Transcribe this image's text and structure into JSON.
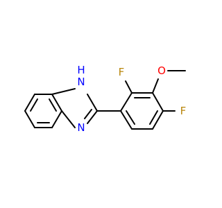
{
  "colors": {
    "bond": "#000000",
    "carbon": "#000000",
    "nitrogen": "#0000ff",
    "fluorine": "#b8860b",
    "oxygen": "#ff0000"
  },
  "atoms": {
    "nh": {
      "symbol": "N",
      "hydrogen": "H",
      "color_key": "nitrogen"
    },
    "n3": {
      "symbol": "N",
      "color_key": "nitrogen"
    },
    "f2": {
      "symbol": "F",
      "color_key": "fluorine"
    },
    "f4": {
      "symbol": "F",
      "color_key": "fluorine"
    },
    "o3": {
      "symbol": "O",
      "color_key": "oxygen"
    }
  }
}
